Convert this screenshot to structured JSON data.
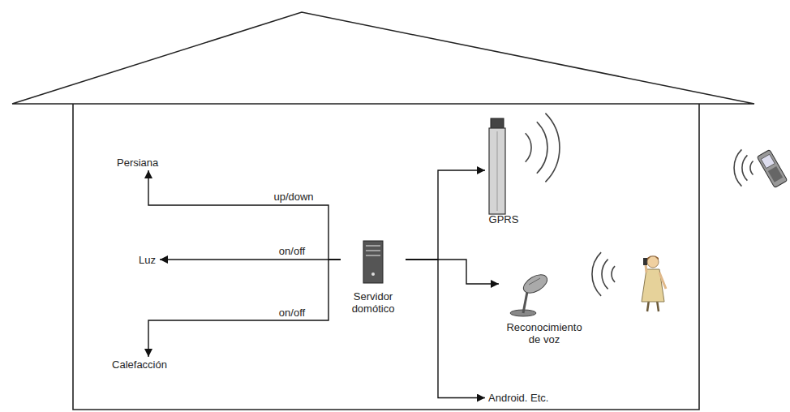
{
  "diagram": {
    "nodes": [
      {
        "text": [
          "Persiana"
        ]
      },
      {
        "text": [
          "Luz"
        ]
      },
      {
        "text": [
          "Calefacción"
        ]
      },
      {
        "text": [
          "Servidor domótico"
        ]
      },
      {
        "text": [
          "GPRS"
        ]
      },
      {
        "text": [
          "Reconocimiento de voz"
        ]
      },
      {
        "text": [
          "Android. Etc."
        ]
      }
    ],
    "edges": [
      {
        "from": 3,
        "to": 0,
        "label": "up/down",
        "arrow": "to"
      },
      {
        "from": 3,
        "to": 1,
        "label": "on/off",
        "arrow": "to"
      },
      {
        "from": 3,
        "to": 2,
        "label": "on/off",
        "arrow": "to"
      },
      {
        "from": 3,
        "to": 4,
        "arrow": "to"
      },
      {
        "from": 3,
        "to": 5,
        "arrow": "to"
      },
      {
        "from": 3,
        "to": 6,
        "arrow": "to"
      }
    ]
  }
}
